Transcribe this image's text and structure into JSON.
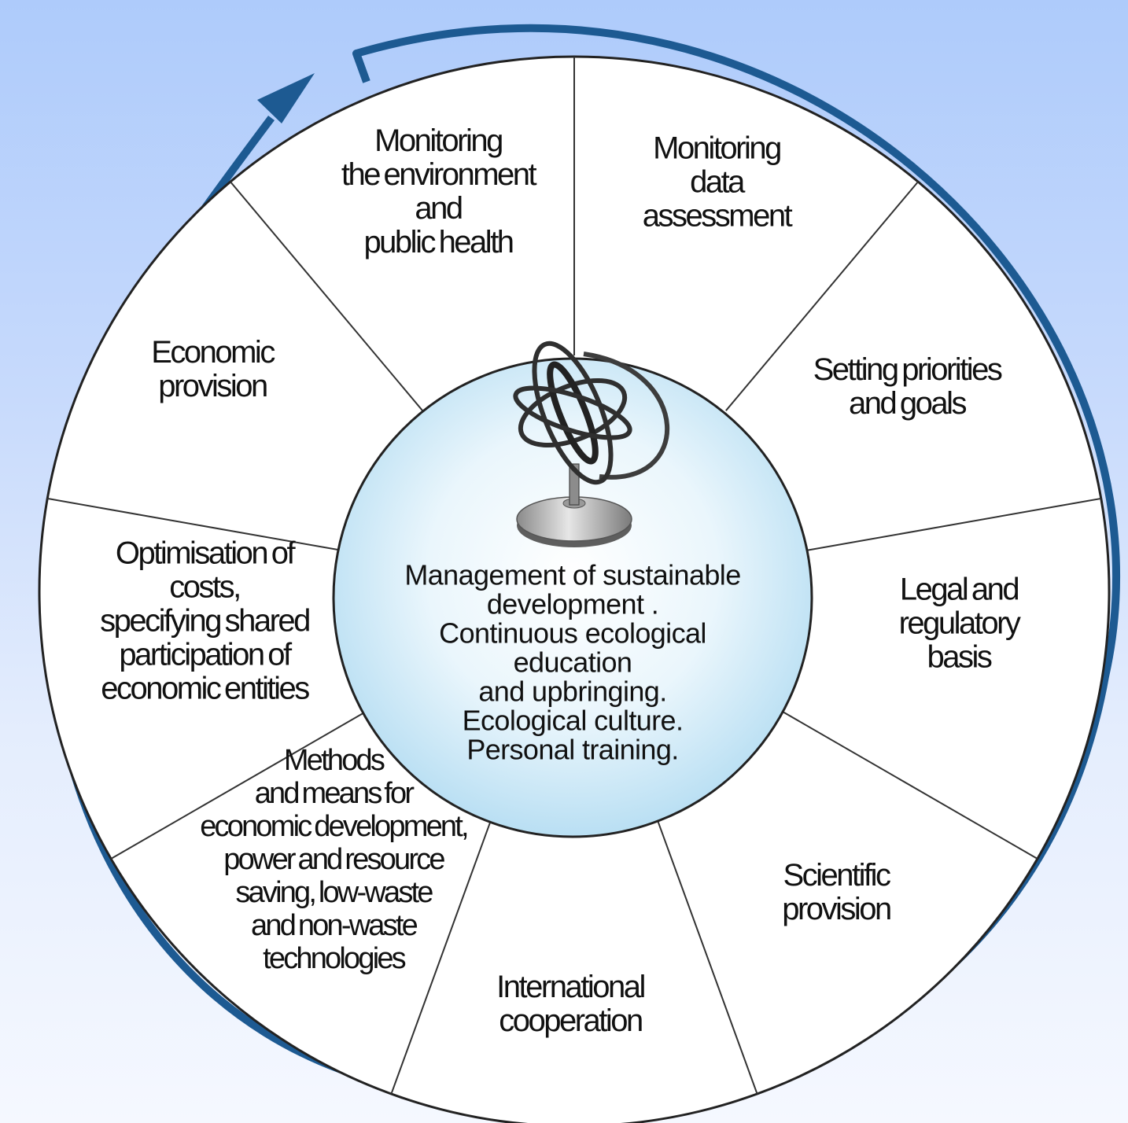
{
  "colors": {
    "cycle_arrow": "#1d5a92",
    "wheel_outline": "#222222",
    "hub_fill": "#d8eefa"
  },
  "center": {
    "icon": "armillary-sphere-icon",
    "text": "Management of sustainable\ndevelopment .\nContinuous ecological\neducation\nand upbringing.\nEcological culture.\nPersonal training."
  },
  "segments": [
    {
      "id": "monitoring-environment",
      "text": "Monitoring\nthe environment\nand\npublic health"
    },
    {
      "id": "monitoring-data-assessment",
      "text": "Monitoring\ndata\nassessment"
    },
    {
      "id": "setting-priorities",
      "text": "Setting priorities\nand goals"
    },
    {
      "id": "legal-regulatory-basis",
      "text": "Legal and\nregulatory basis"
    },
    {
      "id": "scientific-provision",
      "text": "Scientific\nprovision"
    },
    {
      "id": "international-cooperation",
      "text": "International\ncooperation"
    },
    {
      "id": "methods-and-means",
      "text": "Methods\nand means for\neconomic development,\npower and resource\nsaving, low-waste\nand non-waste\ntechnologies"
    },
    {
      "id": "optimisation-of-costs",
      "text": "Optimisation of\ncosts,\nspecifying shared\nparticipation of\neconomic entities"
    },
    {
      "id": "economic-provision",
      "text": "Economic\nprovision"
    }
  ]
}
